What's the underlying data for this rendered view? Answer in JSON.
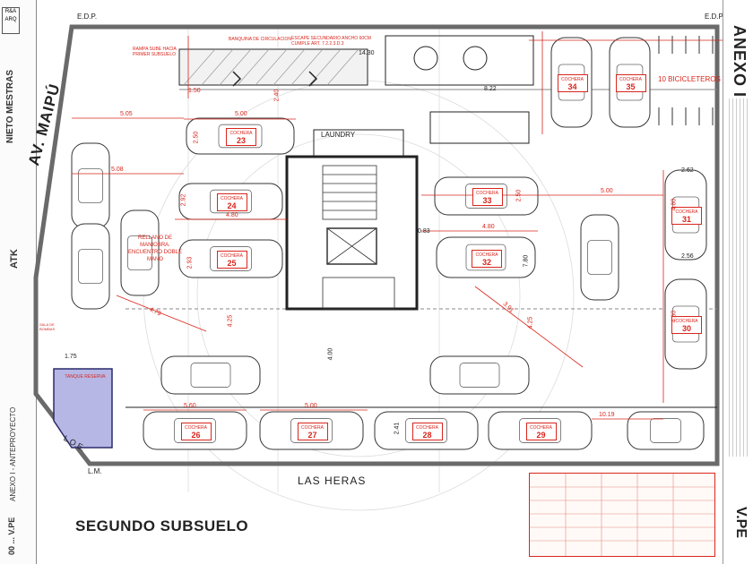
{
  "sheet": {
    "title": "SEGUNDO SUBSUELO",
    "annex_title": "ANEXO I",
    "sheet_code": "V.PE",
    "sheet_number": "00 ... V.PE",
    "project_tag": "ATK",
    "firm": "NIETO MESTRAS",
    "firm_logo": "R&A ARQ",
    "folio": "ANEXO I - ANTEPROYECTO"
  },
  "streets": {
    "west": "AV. MAIPÚ",
    "south": "LAS HERAS",
    "edp_left": "E.D.P.",
    "edp_right": "E.D.P.",
    "loe": "L.O.E.",
    "lm": "L.M."
  },
  "areas": {
    "ramp": "RAMPA SUBE HACIA PRIMER SUBSUELO",
    "circulation": "BANQUINA DE CIRCULACION",
    "stair": "ESCAPE SECUNDARIO ANCHO 60CM CUMPLE ART. 7.2.2.3.D.3",
    "laundry": "LAUNDRY",
    "maneuver": "RELLANO DE MANIOBRA. ENCUENTRO DOBLE MANO",
    "tank": "TANQUE RESERVA",
    "bikes": "10 BICICLETEROS",
    "pump_room": "SALA DE BOMBAS"
  },
  "parking": [
    {
      "label": "COCHERA",
      "number": "23"
    },
    {
      "label": "COCHERA",
      "number": "24"
    },
    {
      "label": "COCHERA",
      "number": "25"
    },
    {
      "label": "COCHERA",
      "number": "26"
    },
    {
      "label": "COCHERA",
      "number": "27"
    },
    {
      "label": "COCHERA",
      "number": "28"
    },
    {
      "label": "COCHERA",
      "number": "29"
    },
    {
      "label": "COCHERA",
      "number": "30"
    },
    {
      "label": "COCHERA",
      "number": "31"
    },
    {
      "label": "COCHERA",
      "number": "32"
    },
    {
      "label": "COCHERA",
      "number": "33"
    },
    {
      "label": "COCHERA",
      "number": "34"
    },
    {
      "label": "COCHERA",
      "number": "35"
    }
  ],
  "dimensions": {
    "d_5_00_a": "5.00",
    "d_5_05": "5.05",
    "d_5_08": "5.08",
    "d_4_80_a": "4.80",
    "d_4_80_b": "4.80",
    "d_5_00_b": "5.00",
    "d_5_00_c": "5.00",
    "d_4_80_c": "4.80",
    "d_4_80_d": "4.80",
    "d_2_62": "2.62",
    "d_2_56": "2.56",
    "d_2_50_a": "2.50",
    "d_2_50_b": "2.50",
    "d_2_92": "2.92",
    "d_2_93": "2.93",
    "d_1_75": "1.75",
    "d_4_25_a": "4.25",
    "d_4_25_b": "4.25",
    "d_4_00": "4.00",
    "d_5_60": "5.60",
    "d_10_19": "10.19",
    "d_1_50": "1.50",
    "d_2_40": "2.40",
    "d_14_30": "14.30",
    "d_0_83": "0.83",
    "d_7_80": "7.80",
    "d_8_22": "8.22",
    "d_2_41": "2.41",
    "d_3_91": "3.91",
    "d_4_79": "4.79"
  },
  "colors": {
    "line": "#222222",
    "dim": "#d9261c",
    "tank_fill": "#b7b7e6",
    "grid": "#cfcfcf"
  }
}
